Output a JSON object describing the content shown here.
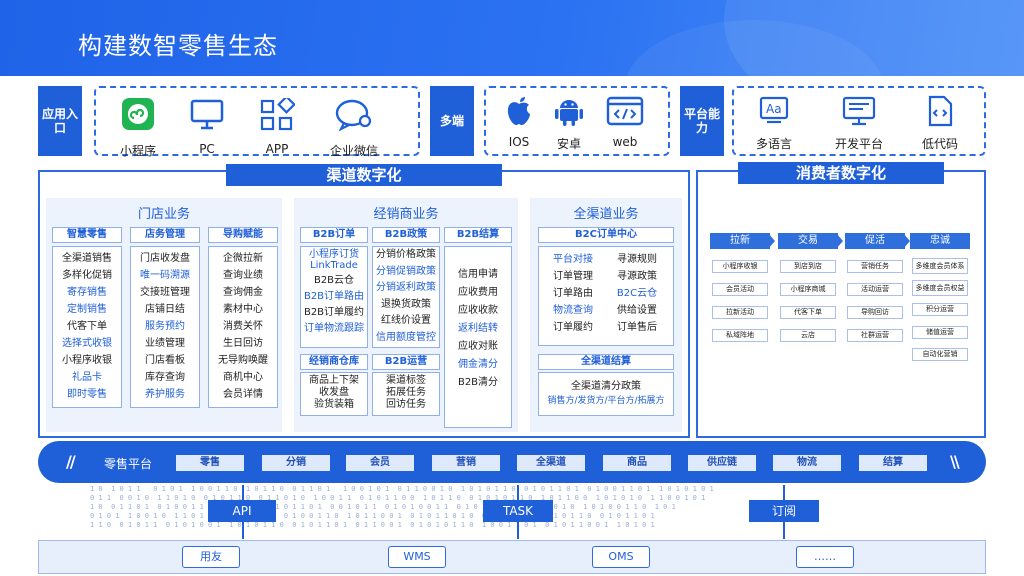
{
  "title": "构建数智零售生态",
  "entrance": {
    "label": "应用入口",
    "items": [
      {
        "label": "小程序",
        "icon": "mini-program-icon"
      },
      {
        "label": "PC",
        "icon": "monitor-icon"
      },
      {
        "label": "APP",
        "icon": "app-grid-icon"
      },
      {
        "label": "企业微信",
        "icon": "wecom-icon"
      }
    ]
  },
  "multi": {
    "label": "多端",
    "items": [
      {
        "label": "IOS",
        "icon": "apple-icon"
      },
      {
        "label": "安卓",
        "icon": "android-icon"
      },
      {
        "label": "web",
        "icon": "web-code-icon"
      }
    ]
  },
  "platform_cap": {
    "label": "平台能力",
    "items": [
      {
        "label": "多语言",
        "icon": "language-icon"
      },
      {
        "label": "开发平台",
        "icon": "dev-platform-icon"
      },
      {
        "label": "低代码",
        "icon": "low-code-icon"
      }
    ]
  },
  "channel": {
    "banner": "渠道数字化",
    "store": {
      "title": "门店业务",
      "cols": [
        {
          "head": "智慧零售",
          "items": [
            [
              "全渠道销售",
              "dark"
            ],
            [
              "多样化促销",
              "dark"
            ],
            [
              "寄存销售",
              "blue"
            ],
            [
              "定制销售",
              "blue"
            ],
            [
              "代客下单",
              "dark"
            ],
            [
              "选择式收银",
              "blue"
            ],
            [
              "小程序收银",
              "dark"
            ],
            [
              "礼品卡",
              "blue"
            ],
            [
              "即时零售",
              "blue"
            ]
          ]
        },
        {
          "head": "店务管理",
          "items": [
            [
              "门店收发盘",
              "dark"
            ],
            [
              "唯一码溯源",
              "blue"
            ],
            [
              "交接班管理",
              "dark"
            ],
            [
              "店铺日结",
              "dark"
            ],
            [
              "服务预约",
              "blue"
            ],
            [
              "业绩管理",
              "dark"
            ],
            [
              "门店看板",
              "dark"
            ],
            [
              "库存查询",
              "dark"
            ],
            [
              "养护服务",
              "blue"
            ]
          ]
        },
        {
          "head": "导购赋能",
          "items": [
            [
              "企微拉新",
              "dark"
            ],
            [
              "查询业绩",
              "dark"
            ],
            [
              "查询佣金",
              "dark"
            ],
            [
              "素材中心",
              "dark"
            ],
            [
              "消费关怀",
              "dark"
            ],
            [
              "生日回访",
              "dark"
            ],
            [
              "无导购唤醒",
              "dark"
            ],
            [
              "商机中心",
              "dark"
            ],
            [
              "会员详情",
              "dark"
            ]
          ]
        }
      ]
    },
    "dealer": {
      "title": "经销商业务",
      "cols": [
        {
          "head": "B2B订单",
          "items": [
            [
              "小程序订货",
              "blue"
            ],
            [
              "LinkTrade",
              "blue"
            ],
            [
              "B2B云仓",
              "dark"
            ],
            [
              "B2B订单路由",
              "blue"
            ],
            [
              "B2B订单履约",
              "dark"
            ],
            [
              "订单物流跟踪",
              "blue"
            ]
          ]
        },
        {
          "head": "B2B政策",
          "items": [
            [
              "分销价格政策",
              "dark"
            ],
            [
              "分销促销政策",
              "blue"
            ],
            [
              "分销返利政策",
              "blue"
            ],
            [
              "退换货政策",
              "dark"
            ],
            [
              "红线价设置",
              "dark"
            ],
            [
              "信用额度管控",
              "blue"
            ]
          ]
        },
        {
          "head": "B2B结算",
          "items": [
            [
              "信用申请",
              "dark"
            ],
            [
              "应收费用",
              "dark"
            ],
            [
              "应收收款",
              "dark"
            ],
            [
              "返利结转",
              "blue"
            ],
            [
              "应收对账",
              "dark"
            ],
            [
              "佣金清分",
              "blue"
            ],
            [
              "B2B清分",
              "dark"
            ]
          ]
        }
      ],
      "warehouse": {
        "head": "经销商仓库",
        "items": [
          "商品上下架",
          "收发盘",
          "验货装箱"
        ]
      },
      "ops": {
        "head": "B2B运营",
        "items": [
          "渠道标签",
          "拓展任务",
          "回访任务"
        ]
      }
    },
    "omni": {
      "title": "全渠道业务",
      "b2c": {
        "head": "B2C订单中心",
        "left": [
          [
            "平台对接",
            "blue"
          ],
          [
            "订单管理",
            "dark"
          ],
          [
            "订单路由",
            "dark"
          ],
          [
            "物流查询",
            "blue"
          ],
          [
            "订单履约",
            "dark"
          ]
        ],
        "right": [
          [
            "寻源规则",
            "dark"
          ],
          [
            "寻源政策",
            "dark"
          ],
          [
            "B2C云仓",
            "blue"
          ],
          [
            "供给设置",
            "dark"
          ],
          [
            "订单售后",
            "dark"
          ]
        ]
      },
      "settle": {
        "head": "全渠道结算",
        "line1": "全渠道清分政策",
        "line2": "销售方/发货方/平台方/拓展方"
      }
    }
  },
  "consumer": {
    "banner": "消费者数字化",
    "cols": [
      {
        "head": "拉新",
        "items": [
          "小程序收银",
          "会员活动",
          "拉新活动",
          "私域阵地"
        ]
      },
      {
        "head": "交易",
        "items": [
          "到店到店",
          "小程序商城",
          "代客下单",
          "云店"
        ]
      },
      {
        "head": "促活",
        "items": [
          "营销任务",
          "活动运营",
          "导购回访",
          "社群运营"
        ]
      },
      {
        "head": "忠诚",
        "items": [
          "多维度会员体系",
          "多维度会员权益",
          "积分运营",
          "储值运营",
          "自动化营销"
        ]
      }
    ]
  },
  "retail_platform": {
    "label": "零售平台",
    "items": [
      "零售",
      "分销",
      "会员",
      "营销",
      "全渠道",
      "商品",
      "供应链",
      "物流",
      "结算"
    ]
  },
  "interfaces": [
    "API",
    "TASK",
    "订阅"
  ],
  "systems": [
    "用友",
    "WMS",
    "OMS",
    "……"
  ],
  "colors": {
    "primary": "#1f5fd8",
    "light_panel": "#edf3fd",
    "text_blue": "#1f5fd8"
  }
}
